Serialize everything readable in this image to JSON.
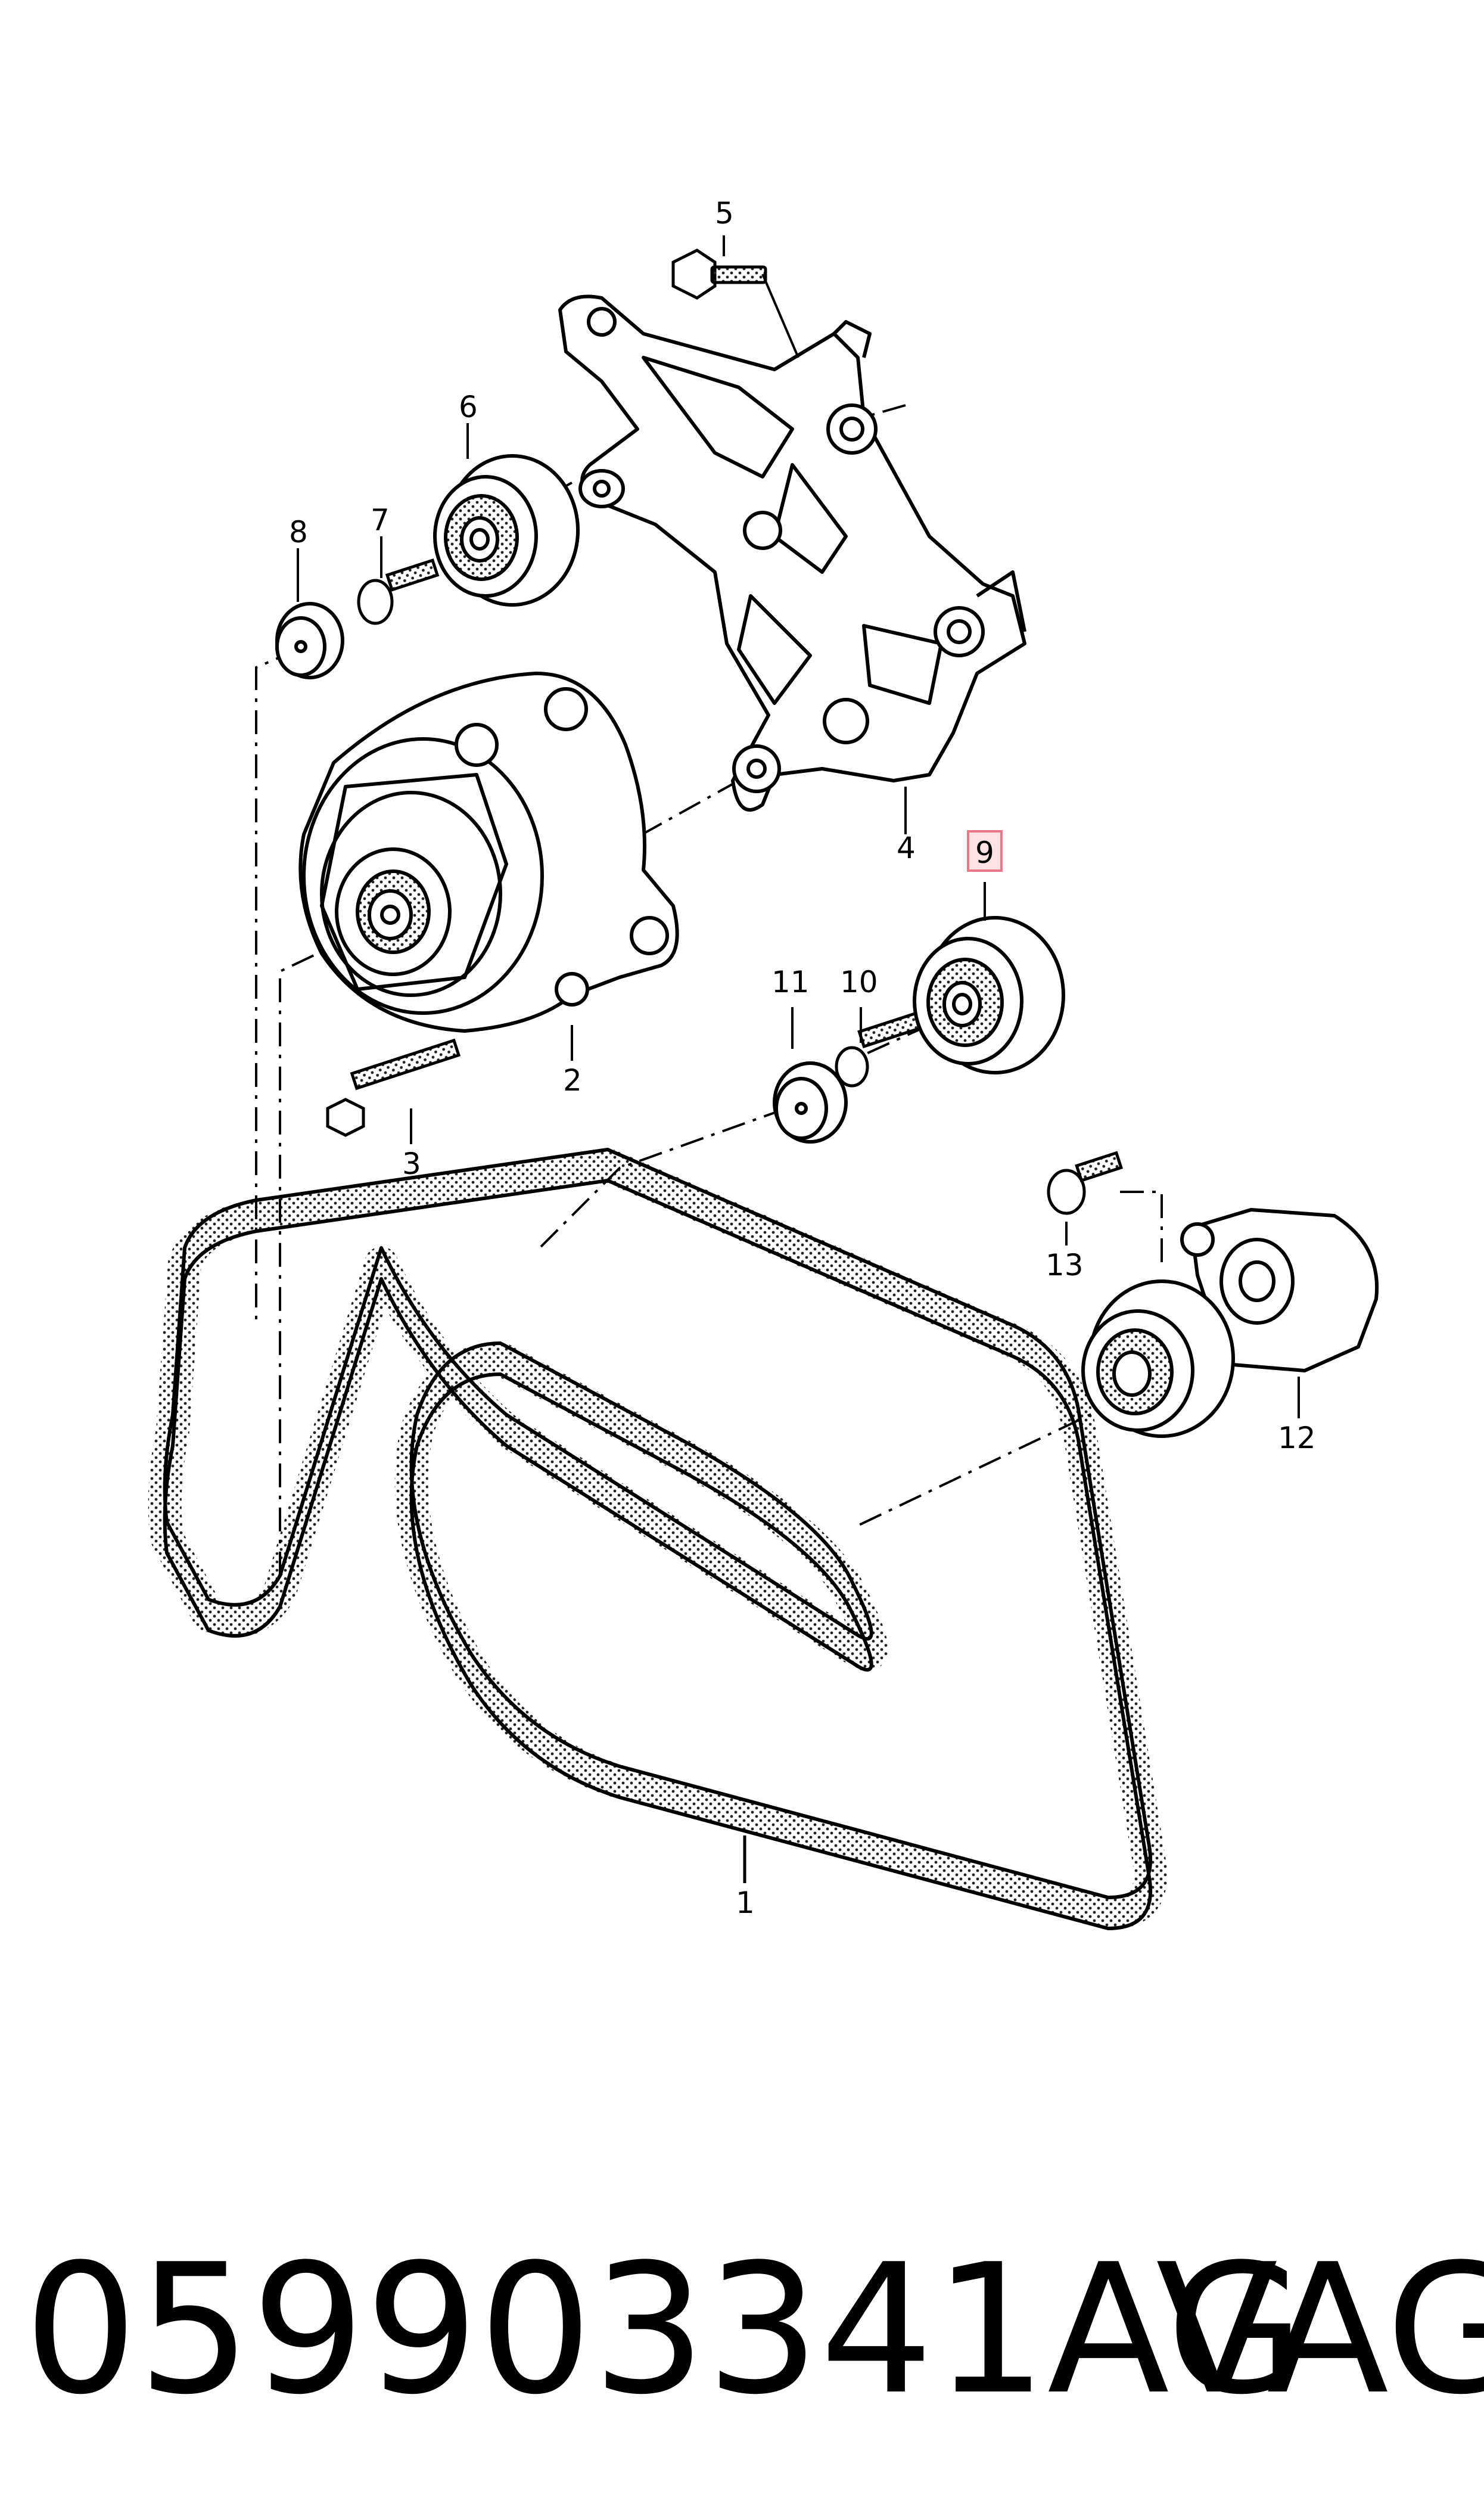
{
  "diagram": {
    "callouts": [
      {
        "id": "1",
        "text": "1"
      },
      {
        "id": "2",
        "text": "2"
      },
      {
        "id": "3",
        "text": "3"
      },
      {
        "id": "4",
        "text": "4"
      },
      {
        "id": "5",
        "text": "5"
      },
      {
        "id": "6",
        "text": "6"
      },
      {
        "id": "7",
        "text": "7"
      },
      {
        "id": "8",
        "text": "8"
      },
      {
        "id": "9",
        "text": "9",
        "highlight": true
      },
      {
        "id": "10",
        "text": "10"
      },
      {
        "id": "11",
        "text": "11"
      },
      {
        "id": "12",
        "text": "12"
      },
      {
        "id": "13",
        "text": "13"
      }
    ],
    "highlight_color": "#e8788a",
    "highlight_fill": "#fde3e6"
  },
  "footer": {
    "part_number": "059903341AG",
    "brand": "VAG"
  }
}
